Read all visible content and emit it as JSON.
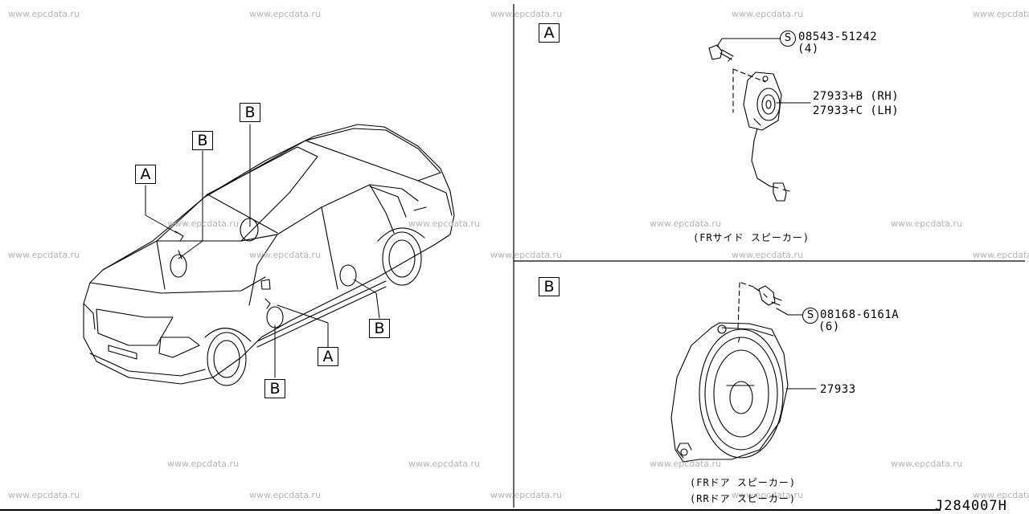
{
  "watermark": "www.epcdata.ru",
  "diagram_ref": "J284007H",
  "overview": {
    "callouts": [
      "A",
      "B",
      "B",
      "A",
      "B",
      "B"
    ]
  },
  "panel_a": {
    "tag": "A",
    "fastener": {
      "symbol": "S",
      "part_no": "08543-51242",
      "qty": "(4)"
    },
    "speaker_rh": "27933+B (RH)",
    "speaker_lh": "27933+C (LH)",
    "caption": "(FRサイド スピーカー)"
  },
  "panel_b": {
    "tag": "B",
    "fastener": {
      "symbol": "S",
      "part_no": "08168-6161A",
      "qty": "(6)"
    },
    "speaker": "27933",
    "caption_front": "(FRドア スピーカー)",
    "caption_rear": "(RRドア スピーカー)"
  }
}
